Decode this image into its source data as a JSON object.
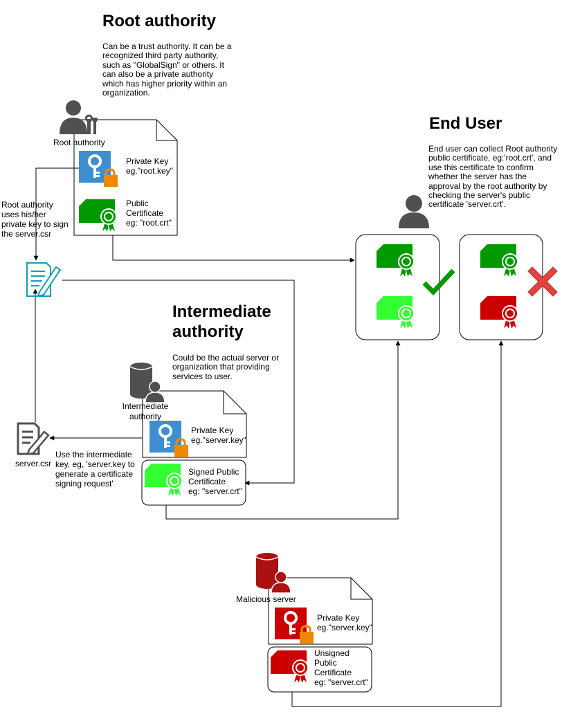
{
  "root": {
    "title": "Root authority",
    "description": "Can be a trust authority. It can be a recognized third party authority, such as \"GlobalSign\" or others. It can also be a private authority which has higher priority within an organization.",
    "actor_label": "Root authority",
    "private_key_line1": "Private Key",
    "private_key_line2": "eg.\"root.key\"",
    "public_cert_line1": "Public",
    "public_cert_line2": "Certificate",
    "public_cert_line3": "eg: \"root.crt\"",
    "sign_note_1": "Root authority",
    "sign_note_2": "uses his/her",
    "sign_note_3": "private key to sign",
    "sign_note_4": "the server.csr"
  },
  "end_user": {
    "title": "End User",
    "description": "End user can collect Root authority public certificate, eg:'root.crt', and use this certificate to confirm whether the server has the approval by the root authority by checking the server's public certificate 'server.crt'."
  },
  "intermediate": {
    "title_line1": "Intermediate",
    "title_line2": "authority",
    "description": "Could be the actual server or organization that providing services to user.",
    "actor_line1": "Intermediate",
    "actor_line2": "authority",
    "private_key_line1": "Private Key",
    "private_key_line2": "eg.\"server.key\"",
    "signed_cert_line1": "Signed Public",
    "signed_cert_line2": "Certificate",
    "signed_cert_line3": "eg: \"server.crt\""
  },
  "csr": {
    "label": "server.csr",
    "note_1": "Use the intermediate",
    "note_2": "key, eg, 'server.key to",
    "note_3": "generate a certificate",
    "note_4": "signing request'"
  },
  "malicious": {
    "actor_label": "Malicious server",
    "private_key_line1": "Private Key",
    "private_key_line2": "eg.\"server.key\"",
    "unsigned_cert_line1": "Unsigned",
    "unsigned_cert_line2": "Public",
    "unsigned_cert_line3": "Certificate",
    "unsigned_cert_line4": "eg: \"server.crt\""
  },
  "colors": {
    "key_blue": "#3d8fd1",
    "lock_orange": "#f08705",
    "cert_green": "#009900",
    "cert_light_green": "#33ff33",
    "malicious_red": "#cc0000",
    "actor_gray": "#505050",
    "document_teal": "#10a0b0",
    "check_green": "#009900",
    "cross_red": "#e3423e"
  }
}
